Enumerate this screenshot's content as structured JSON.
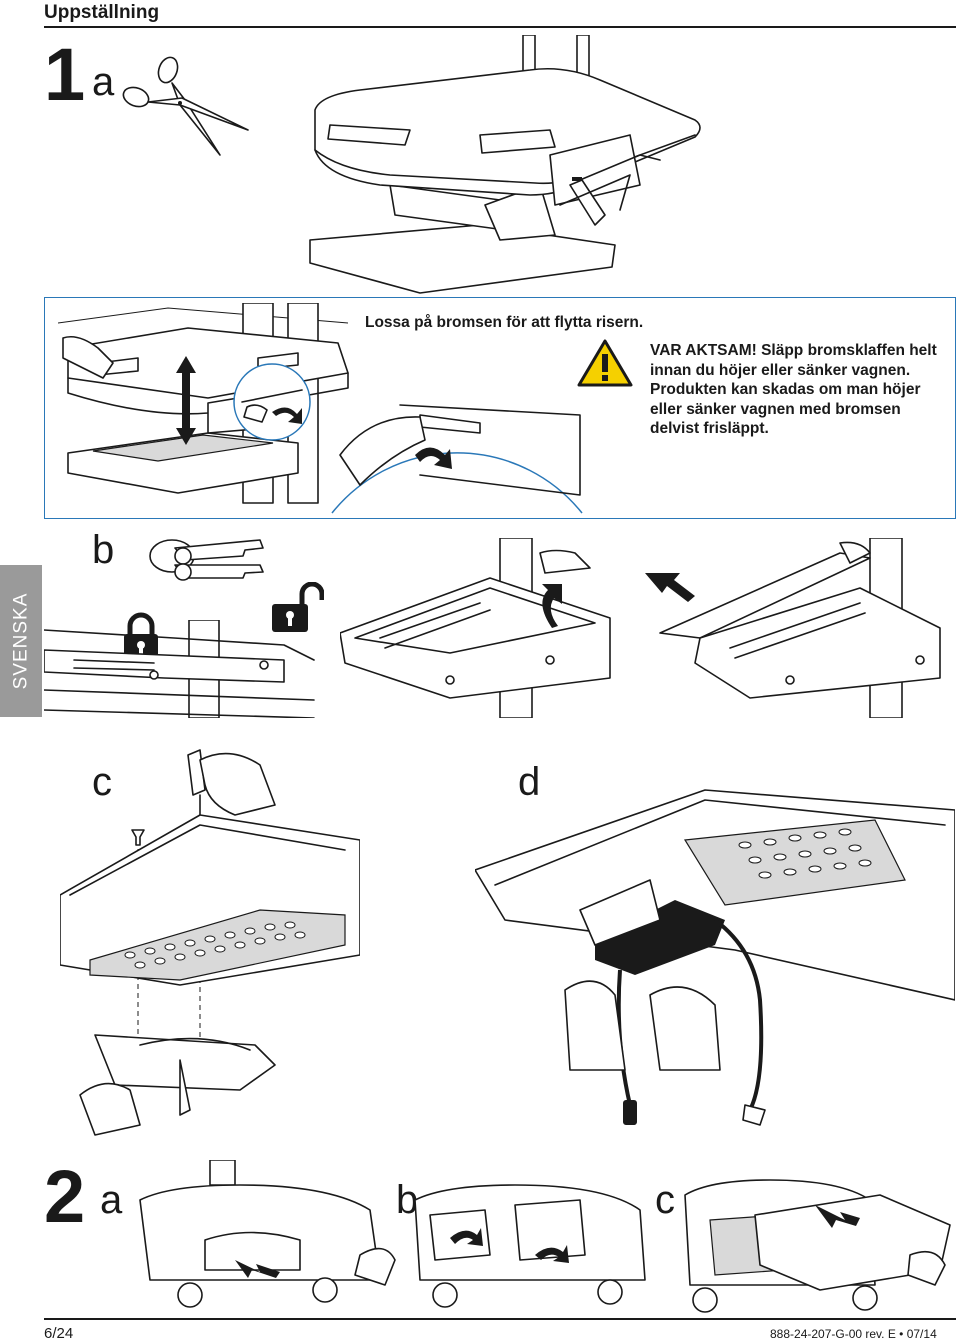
{
  "header": {
    "title": "Uppställning"
  },
  "steps": {
    "step1": {
      "number": "1",
      "letter_a": "a",
      "letter_b": "b",
      "letter_c": "c",
      "letter_d": "d"
    },
    "step2": {
      "number": "2",
      "letter_a": "a",
      "letter_b": "b",
      "letter_c": "c"
    }
  },
  "side_tab": {
    "label": "SVENSKA"
  },
  "note": {
    "text": "Lossa på bromsen för att flytta risern.",
    "warning": "VAR AKTSAM! Släpp bromsklaffen helt innan du höjer eller sänker vagnen. Produkten kan skadas om man höjer eller sänker vagnen med bromsen delvist frisläppt.",
    "warning_icon": "warning-triangle-icon"
  },
  "footer": {
    "page": "6/24",
    "doc_code": "888-24-207-G-00 rev. E • 07/14"
  },
  "colors": {
    "accent": "#2a78b8",
    "tab": "#9a9a9a",
    "warning_yellow": "#f5d000"
  }
}
